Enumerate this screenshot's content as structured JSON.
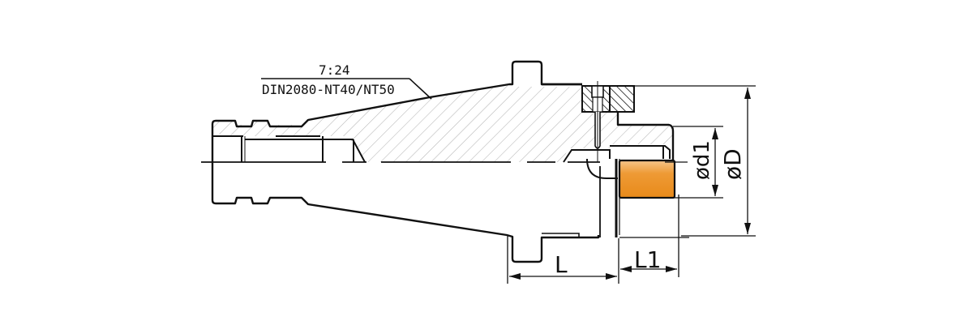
{
  "drawing": {
    "type": "technical cross-section",
    "subject": "tool holder with tapered shank",
    "annotations": {
      "taper_ratio": "7:24",
      "standard": "DIN2080-NT40/NT50"
    },
    "dimensions": {
      "inner_diameter": "ød1",
      "outer_diameter": "øD",
      "length": "L",
      "bore_length": "L1"
    },
    "colors": {
      "line": "#111111",
      "hatch": "#b8b8b8",
      "highlight": "#e88a1a",
      "highlight_light": "#f6c58a",
      "background": "#ffffff"
    }
  }
}
